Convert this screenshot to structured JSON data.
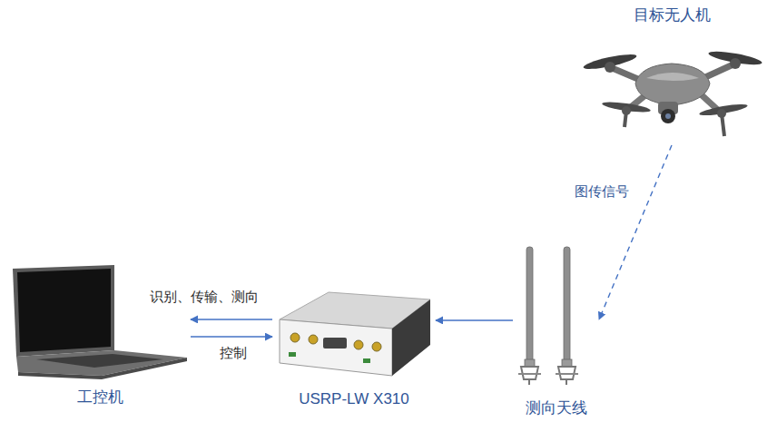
{
  "diagram": {
    "nodes": [
      {
        "text": [
          "目标无人机"
        ]
      },
      {
        "text": [
          "工控机"
        ]
      },
      {
        "text": [
          "USRP-LW X310"
        ]
      },
      {
        "text": [
          "测向天线"
        ]
      }
    ],
    "edges": [
      {
        "from": 0,
        "to": 3,
        "label": "图传信号",
        "arrow": "to"
      },
      {
        "from": 3,
        "to": 2,
        "arrow": "to"
      },
      {
        "from": 2,
        "to": 1,
        "label": "识别、传输、测向",
        "arrow": "to"
      },
      {
        "from": 1,
        "to": 2,
        "label": "控制",
        "arrow": "to"
      }
    ]
  }
}
